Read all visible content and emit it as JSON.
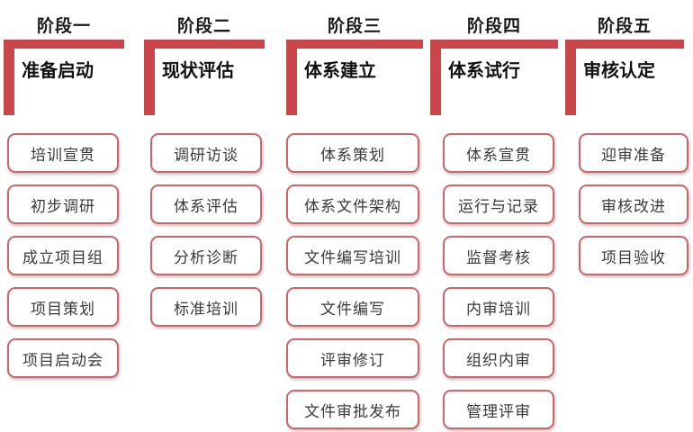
{
  "stages": [
    {
      "label": "阶段一",
      "title": "准备启动",
      "steps": [
        "培训宣贯",
        "初步调研",
        "成立项目组",
        "项目策划",
        "项目启动会"
      ]
    },
    {
      "label": "阶段二",
      "title": "现状评估",
      "steps": [
        "调研访谈",
        "体系评估",
        "分析诊断",
        "标准培训"
      ]
    },
    {
      "label": "阶段三",
      "title": "体系建立",
      "steps": [
        "体系策划",
        "体系文件架构",
        "文件编写培训",
        "文件编写",
        "评审修订",
        "文件审批发布"
      ]
    },
    {
      "label": "阶段四",
      "title": "体系试行",
      "steps": [
        "体系宣贯",
        "运行与记录",
        "监督考核",
        "内审培训",
        "组织内审",
        "管理评审"
      ]
    },
    {
      "label": "阶段五",
      "title": "审核认定",
      "steps": [
        "迎审准备",
        "审核改进",
        "项目验收"
      ]
    }
  ],
  "colors": {
    "bracket": "#c9474b",
    "box_border": "#cc6568",
    "box_text": "#3a3a3a"
  }
}
